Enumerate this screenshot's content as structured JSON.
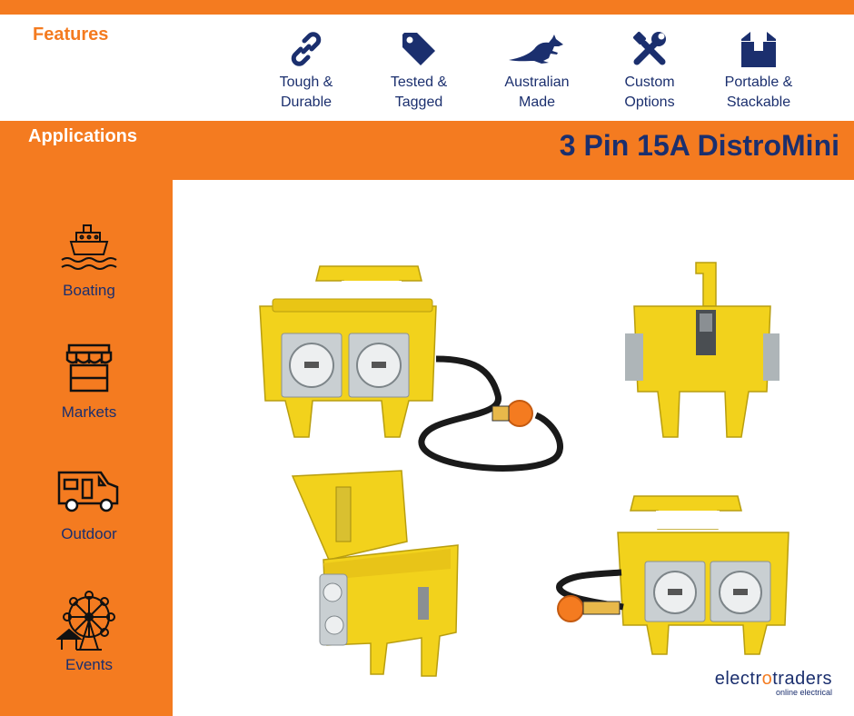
{
  "colors": {
    "accent": "#F47B20",
    "navy": "#1B2F6E",
    "product_yellow": "#F2D21C"
  },
  "features": {
    "title": "Features",
    "items": [
      {
        "line1": "Tough &",
        "line2": "Durable",
        "icon": "chain-link-icon"
      },
      {
        "line1": "Tested &",
        "line2": "Tagged",
        "icon": "tag-icon"
      },
      {
        "line1": "Australian",
        "line2": "Made",
        "icon": "kangaroo-icon"
      },
      {
        "line1": "Custom",
        "line2": "Options",
        "icon": "tools-icon"
      },
      {
        "line1": "Portable &",
        "line2": "Stackable",
        "icon": "box-icon"
      }
    ]
  },
  "applications": {
    "title": "Applications",
    "items": [
      {
        "label": "Boating",
        "icon": "boat-icon"
      },
      {
        "label": "Markets",
        "icon": "market-stall-icon"
      },
      {
        "label": "Outdoor",
        "icon": "caravan-icon"
      },
      {
        "label": "Events",
        "icon": "ferris-wheel-icon"
      }
    ]
  },
  "product": {
    "title": "3 Pin 15A DistroMini"
  },
  "logo": {
    "brand_start": "electr",
    "brand_end": "traders",
    "tagline": "online electrical"
  }
}
